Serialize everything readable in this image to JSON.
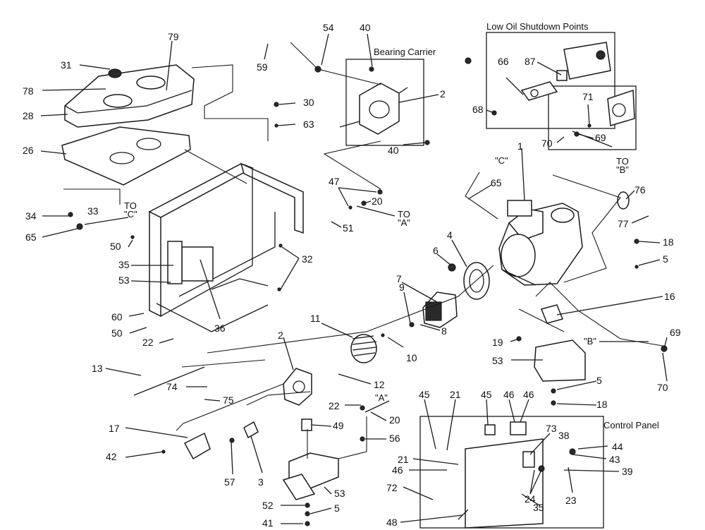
{
  "captions": {
    "bearing_carrier": "Bearing Carrier",
    "low_oil": "Low Oil Shutdown Points",
    "control_panel": "Control Panel",
    "to_c": "TO\n\"C\"",
    "to_a": "TO\n\"A\"",
    "to_b": "TO\n\"B\"",
    "ref_c": "\"C\"",
    "ref_a": "\"A\"",
    "ref_b": "\"B\""
  },
  "labels": [
    "31",
    "79",
    "78",
    "28",
    "26",
    "34",
    "33",
    "65",
    "50",
    "35",
    "53",
    "60",
    "50",
    "22",
    "36",
    "32",
    "54",
    "40",
    "59",
    "30",
    "63",
    "2",
    "40",
    "47",
    "20",
    "51",
    "66",
    "87",
    "68",
    "71",
    "70",
    "69",
    "1",
    "65",
    "76",
    "77",
    "18",
    "5",
    "4",
    "6",
    "7",
    "9",
    "8",
    "10",
    "11",
    "16",
    "19",
    "69",
    "53",
    "5",
    "18",
    "70",
    "2",
    "13",
    "12",
    "74",
    "75",
    "17",
    "42",
    "57",
    "3",
    "22",
    "20",
    "49",
    "56",
    "53",
    "52",
    "5",
    "41",
    "45",
    "21",
    "45",
    "46",
    "46",
    "73",
    "38",
    "44",
    "43",
    "39",
    "21",
    "46",
    "72",
    "24",
    "23",
    "35",
    "48"
  ]
}
